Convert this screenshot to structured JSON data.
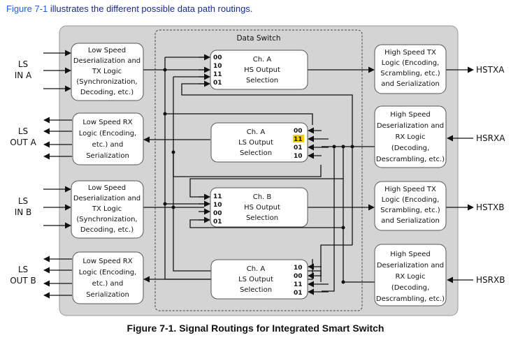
{
  "intro": {
    "figure_ref": "Figure 7-1",
    "text": " illustrates the different possible data path routings."
  },
  "caption": "Figure 7-1. Signal Routings for Integrated Smart Switch",
  "data_switch_label": "Data Switch",
  "left_labels": {
    "ls_in_a": [
      "LS",
      "IN A"
    ],
    "ls_out_a": [
      "LS",
      "OUT A"
    ],
    "ls_in_b": [
      "LS",
      "IN B"
    ],
    "ls_out_b": [
      "LS",
      "OUT B"
    ]
  },
  "right_labels": {
    "hstxa": "HSTXA",
    "hsrxa": "HSRXA",
    "hstxb": "HSTXB",
    "hsrxb": "HSRXB"
  },
  "left_blocks": {
    "ls_tx_a": [
      "Low Speed",
      "Deserialization and",
      "TX Logic",
      "(Synchronization,",
      "Decoding, etc.)"
    ],
    "ls_rx_a": [
      "Low Speed RX",
      "Logic (Encoding,",
      "etc.) and",
      "Serialization"
    ],
    "ls_tx_b": [
      "Low Speed",
      "Deserialization and",
      "TX Logic",
      "(Synchronization,",
      "Decoding, etc.)"
    ],
    "ls_rx_b": [
      "Low Speed RX",
      "Logic (Encoding,",
      "etc.) and",
      "Serialization"
    ]
  },
  "right_blocks": {
    "hs_tx_a": [
      "High Speed TX",
      "Logic (Encoding,",
      "Scrambling, etc.)",
      "and Serialization"
    ],
    "hs_rx_a": [
      "High Speed",
      "Deserialization and",
      "RX Logic",
      "(Decoding,",
      "Descrambling, etc.)"
    ],
    "hs_tx_b": [
      "High Speed TX",
      "Logic (Encoding,",
      "Scrambling, etc.)",
      "and Serialization"
    ],
    "hs_rx_b": [
      "High Speed",
      "Deserialization and",
      "RX Logic",
      "(Decoding,",
      "Descrambling, etc.)"
    ]
  },
  "switch_blocks": {
    "ch_a_hs": {
      "title": [
        "Ch. A",
        "HS Output",
        "Selection"
      ],
      "ports": [
        "00",
        "10",
        "11",
        "01"
      ]
    },
    "ch_a_ls_1": {
      "title": [
        "Ch. A",
        "LS Output",
        "Selection"
      ],
      "ports": [
        "00",
        "11",
        "01",
        "10"
      ],
      "highlight": "11"
    },
    "ch_b_hs": {
      "title": [
        "Ch. B",
        "HS Output",
        "Selection"
      ],
      "ports": [
        "11",
        "10",
        "00",
        "01"
      ]
    },
    "ch_a_ls_2": {
      "title": [
        "Ch. A",
        "LS Output",
        "Selection"
      ],
      "ports": [
        "10",
        "00",
        "11",
        "01"
      ]
    }
  },
  "colors": {
    "outer_bg": "#d4d4d4",
    "block_bg": "#ffffff",
    "highlight": "#f5d000",
    "intro_link": "#1f5fd0"
  }
}
